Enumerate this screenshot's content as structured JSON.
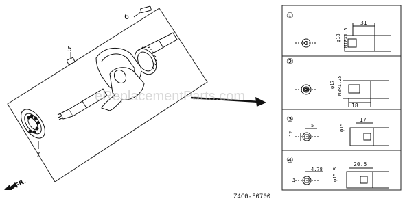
{
  "left_panel": {
    "callouts": [
      "6",
      "5",
      "7"
    ],
    "direction_label": "FR."
  },
  "right_panel": {
    "sections": [
      {
        "number": "①",
        "labels": [
          "φ18",
          "M10×1.5",
          "31"
        ]
      },
      {
        "number": "②",
        "labels": [
          "φ17",
          "M8×1.25",
          "18"
        ]
      },
      {
        "number": "③",
        "labels": [
          "12",
          "5",
          "φ15",
          "17"
        ]
      },
      {
        "number": "④",
        "labels": [
          "13",
          "4.78",
          "φ15.8",
          "20.5"
        ]
      }
    ]
  },
  "watermark": "eReplacementParts.com",
  "drawing_code": "Z4C0-E0700",
  "icons": {
    "arrow": "arrow-right-icon",
    "direction": "front-direction-arrow-icon"
  }
}
